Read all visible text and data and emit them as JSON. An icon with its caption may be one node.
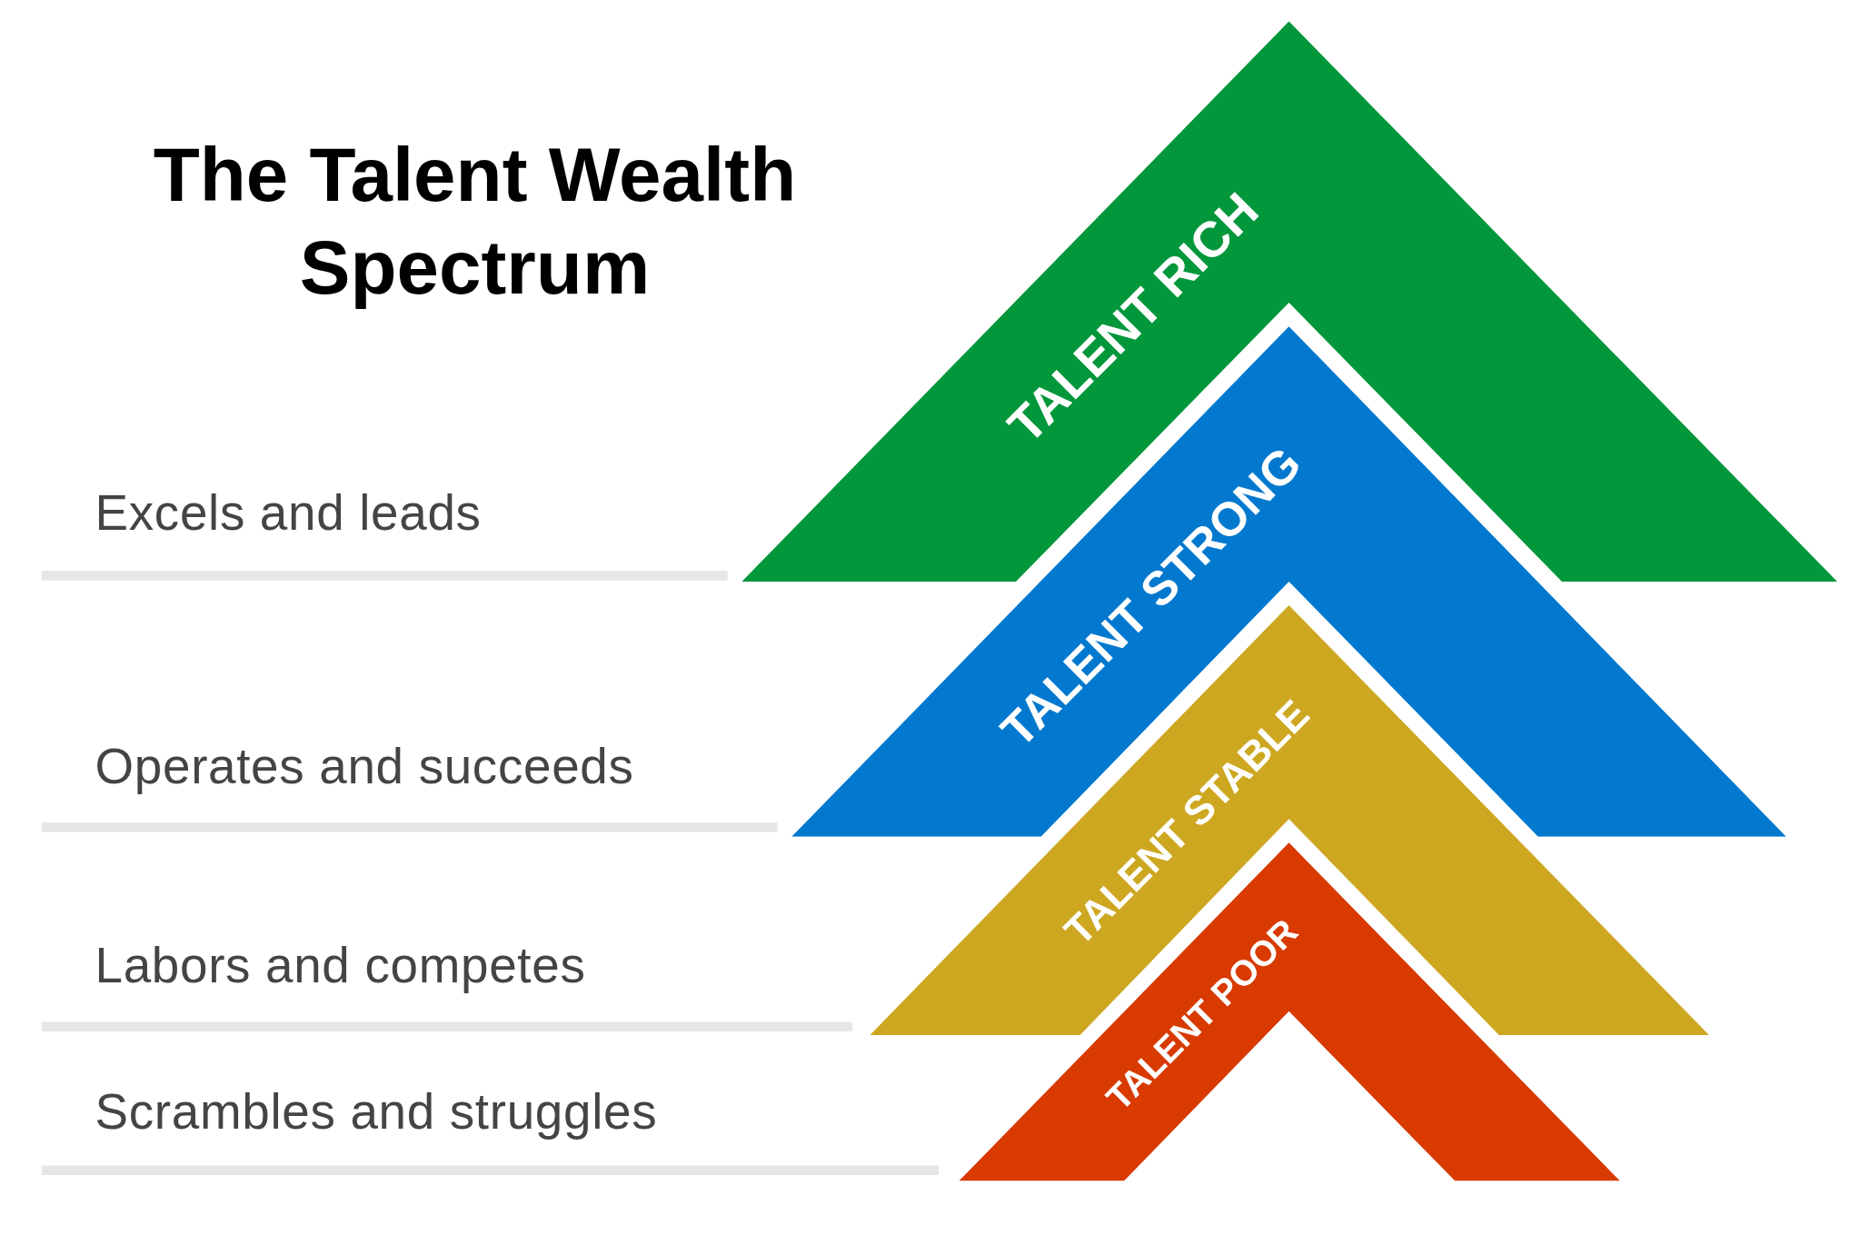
{
  "diagram": {
    "title": "The Talent Wealth Spectrum",
    "nodes": [
      {
        "text": [
          "TALENT RICH"
        ]
      },
      {
        "text": [
          "TALENT STRONG"
        ]
      },
      {
        "text": [
          "TALENT STABLE"
        ]
      },
      {
        "text": [
          "TALENT POOR"
        ]
      }
    ],
    "labels": [
      "Excels and leads",
      "Operates and succeeds",
      "Labors and competes",
      "Scrambles and struggles"
    ]
  }
}
